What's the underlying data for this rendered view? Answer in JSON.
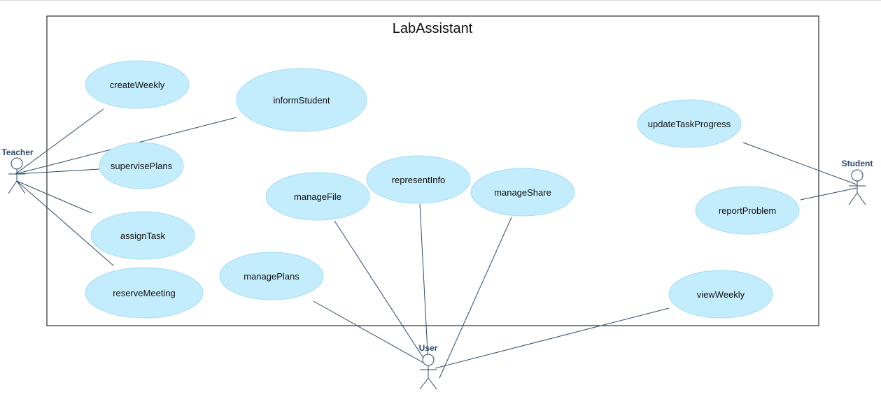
{
  "system": {
    "title": "LabAssistant"
  },
  "actors": {
    "teacher": "Teacher",
    "student": "Student",
    "user": "User"
  },
  "use_cases": {
    "createWeekly": "createWeekly",
    "informStudent": "informStudent",
    "supervisePlans": "supervisePlans",
    "assignTask": "assignTask",
    "reserveMeeting": "reserveMeeting",
    "managePlans": "managePlans",
    "manageFile": "manageFile",
    "representInfo": "representInfo",
    "manageShare": "manageShare",
    "updateTaskProgress": "updateTaskProgress",
    "reportProblem": "reportProblem",
    "viewWeekly": "viewWeekly"
  },
  "colors": {
    "use_case_fill": "#c3ecfc",
    "use_case_stroke": "#a6ddf3",
    "line": "#2e4a6b",
    "actor_label": "#2e4a6b",
    "border": "#000000"
  }
}
